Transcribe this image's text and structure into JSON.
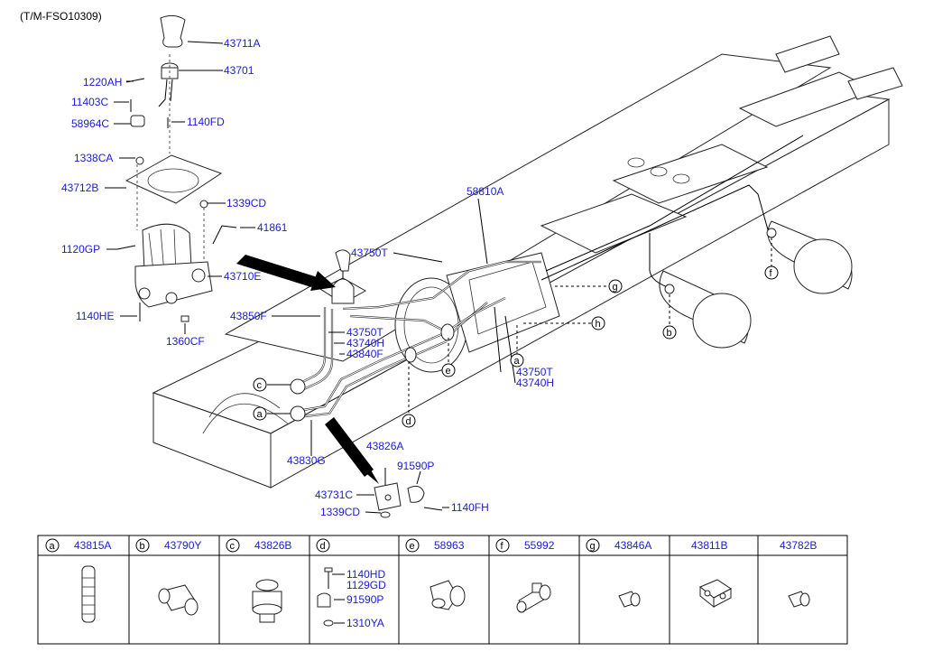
{
  "diagram_code": "(T/M-FSO10309)",
  "callouts": [
    {
      "id": "43711A",
      "text": "43711A"
    },
    {
      "id": "43701",
      "text": "43701"
    },
    {
      "id": "1220AH",
      "text": "1220AH"
    },
    {
      "id": "11403C",
      "text": "11403C"
    },
    {
      "id": "58964C",
      "text": "58964C"
    },
    {
      "id": "1140FD",
      "text": "1140FD"
    },
    {
      "id": "1338CA",
      "text": "1338CA"
    },
    {
      "id": "43712B",
      "text": "43712B"
    },
    {
      "id": "1339CD",
      "text": "1339CD"
    },
    {
      "id": "41861",
      "text": "41861"
    },
    {
      "id": "1120GP",
      "text": "1120GP"
    },
    {
      "id": "43710E",
      "text": "43710E"
    },
    {
      "id": "1140HE",
      "text": "1140HE"
    },
    {
      "id": "1360CF",
      "text": "1360CF"
    },
    {
      "id": "58810A",
      "text": "58810A"
    },
    {
      "id": "43750T_a",
      "text": "43750T"
    },
    {
      "id": "43850F",
      "text": "43850F"
    },
    {
      "id": "43750T_b",
      "text": "43750T"
    },
    {
      "id": "43740H_a",
      "text": "43740H"
    },
    {
      "id": "43840F",
      "text": "43840F"
    },
    {
      "id": "43750T_c",
      "text": "43750T"
    },
    {
      "id": "43740H_b",
      "text": "43740H"
    },
    {
      "id": "43830G",
      "text": "43830G"
    },
    {
      "id": "43826A",
      "text": "43826A"
    },
    {
      "id": "91590P",
      "text": "91590P"
    },
    {
      "id": "43731C",
      "text": "43731C"
    },
    {
      "id": "1339CD_b",
      "text": "1339CD"
    },
    {
      "id": "1140FH",
      "text": "1140FH"
    }
  ],
  "refs": [
    "a",
    "b",
    "c",
    "d",
    "e",
    "f",
    "g",
    "h"
  ],
  "table": {
    "cells": [
      {
        "ref": "a",
        "part": "43815A"
      },
      {
        "ref": "b",
        "part": "43790Y"
      },
      {
        "ref": "c",
        "part": "43826B"
      },
      {
        "ref": "d",
        "part": ""
      },
      {
        "ref": "e",
        "part": "58963"
      },
      {
        "ref": "f",
        "part": "55992"
      },
      {
        "ref": "g",
        "part": "43846A"
      },
      {
        "ref": "",
        "part": "43811B"
      },
      {
        "ref": "",
        "part": "43782B"
      }
    ],
    "d_parts": [
      "1140HD",
      "1129GD",
      "91590P",
      "1310YA"
    ]
  }
}
